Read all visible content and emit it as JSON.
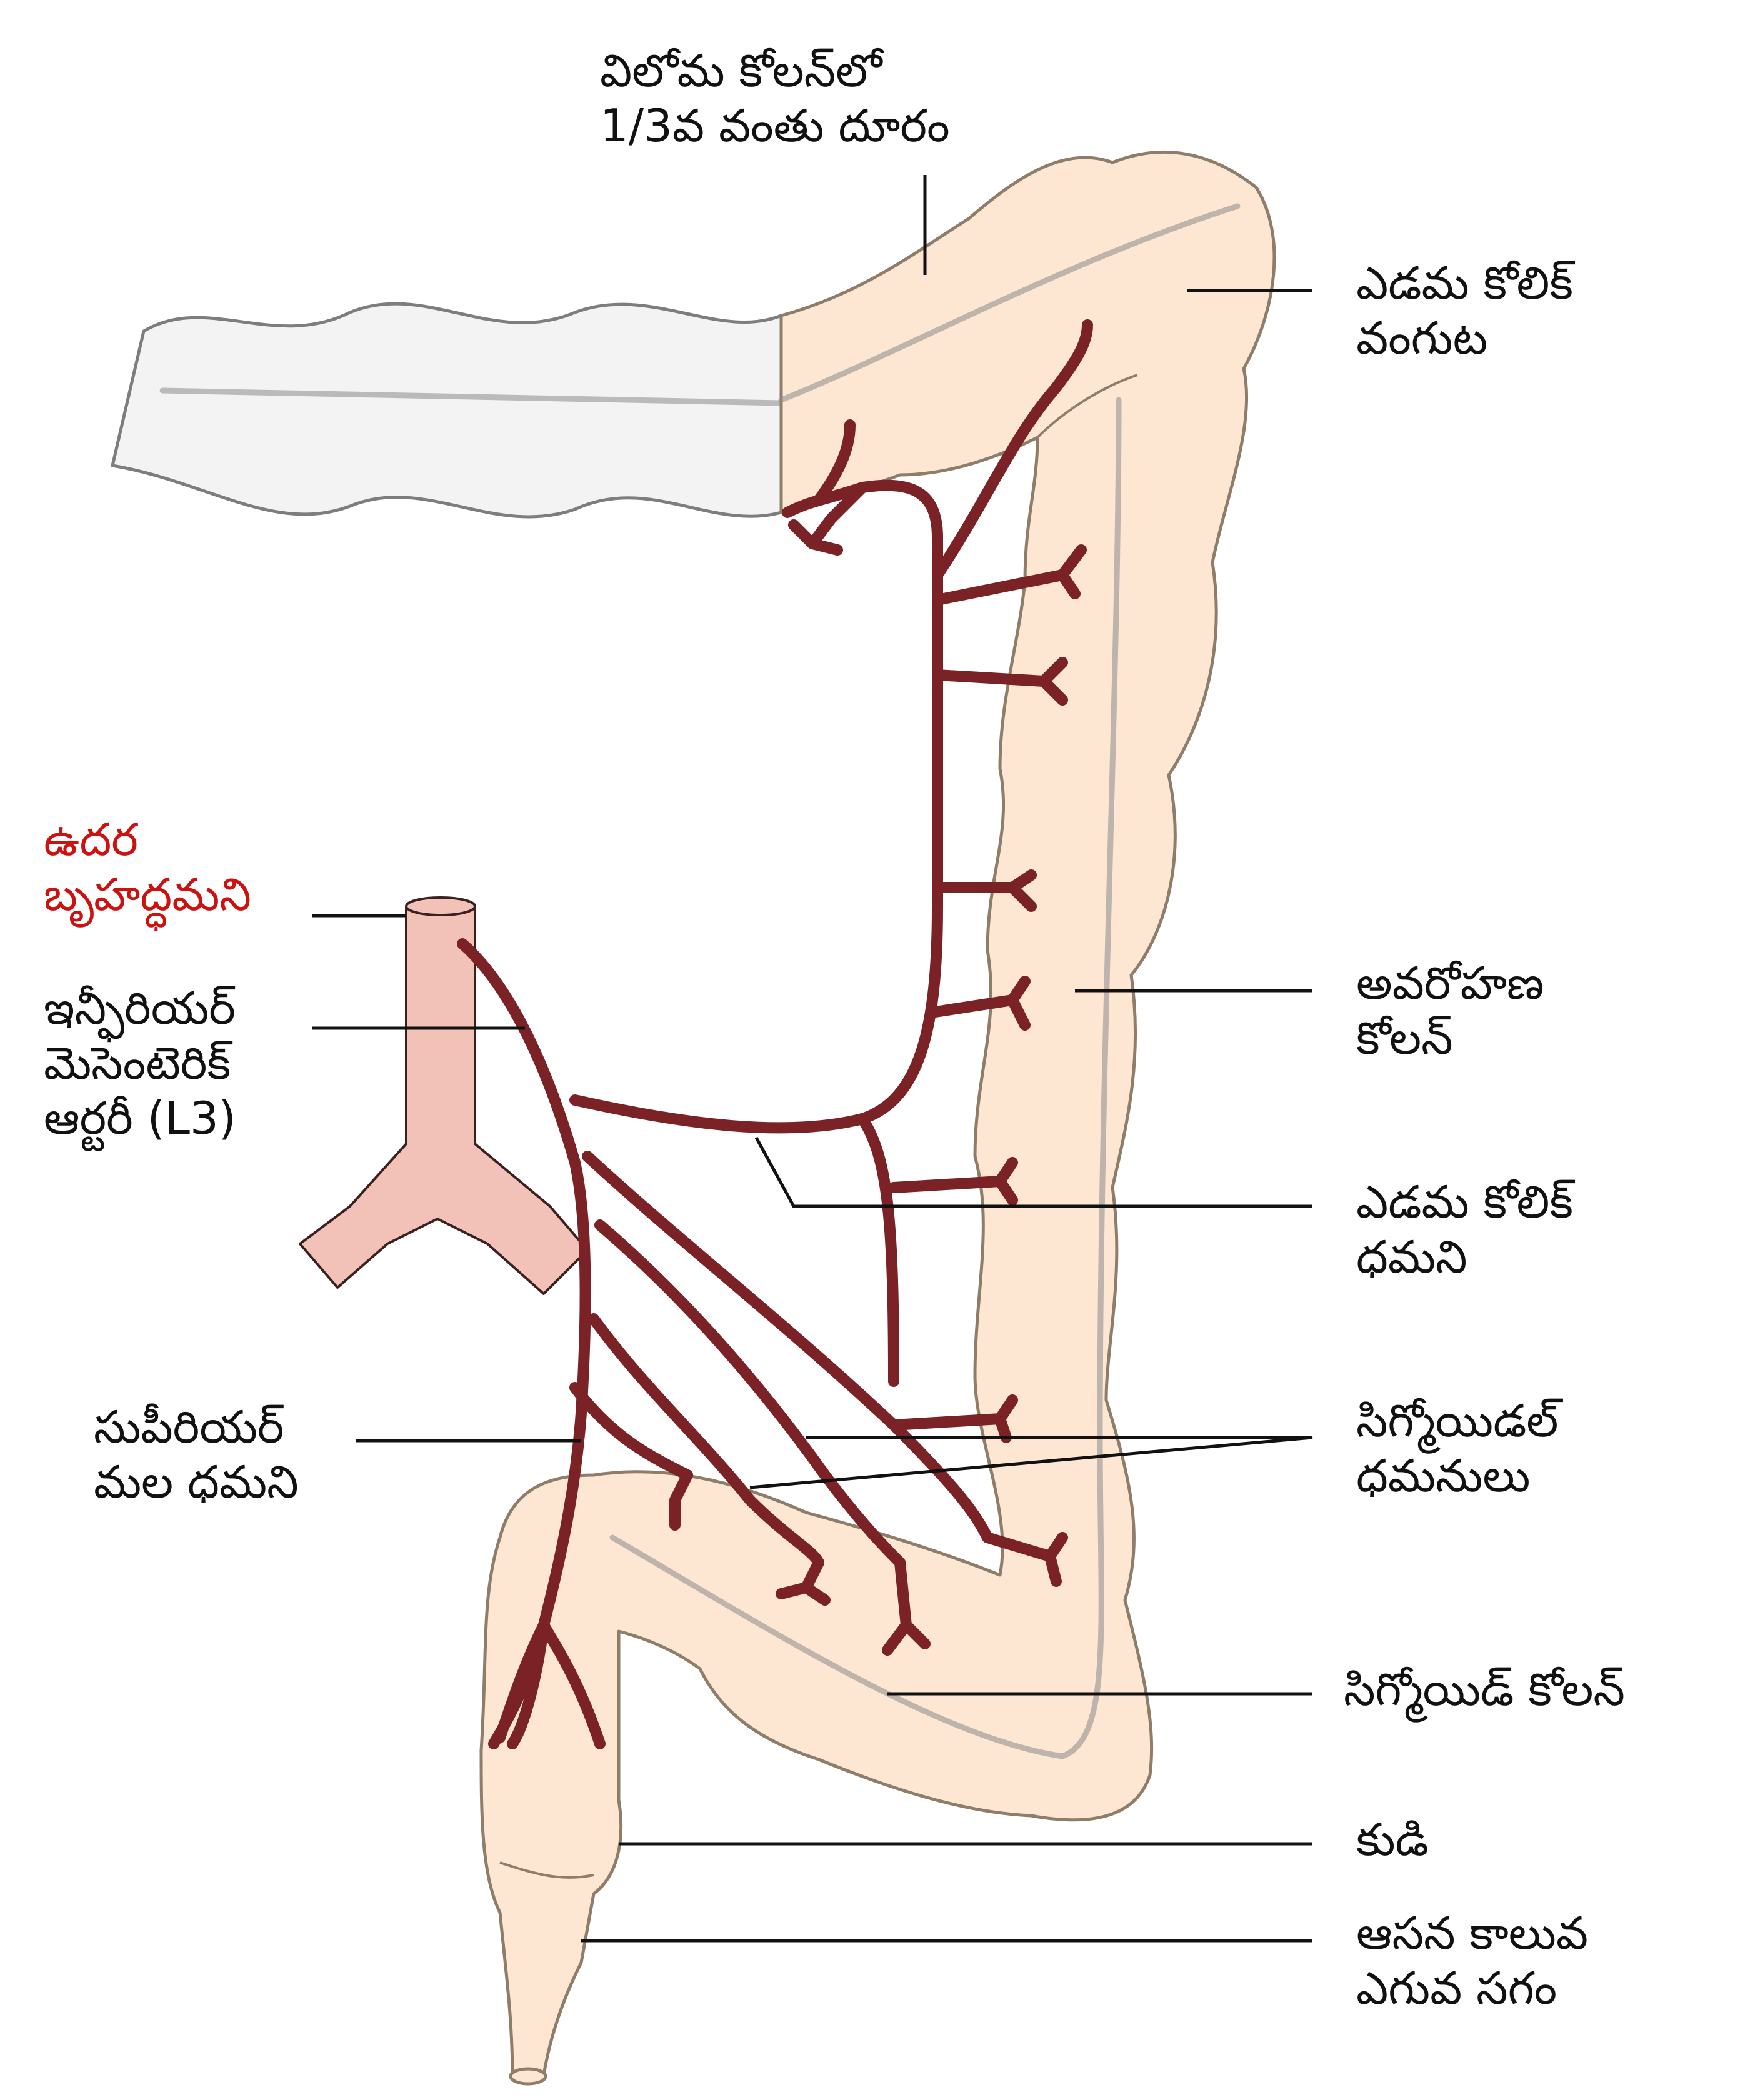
{
  "colors": {
    "colon_fill": "#fde7d3",
    "colon_outline": "#8f7d6c",
    "transverse_fill": "#f3f3f3",
    "artery": "#7a2226",
    "aorta_fill": "#f2c2b8",
    "leader": "#111111",
    "aorta_label": "#cc1111"
  },
  "labels": {
    "transverse_third": {
      "line1": "విలోమ కోలన్‌లో",
      "line2": "1/3వ వంతు దూరం"
    },
    "left_colic_flexure": {
      "line1": "ఎడమ కోలిక్",
      "line2": "వంగుట"
    },
    "aorta": {
      "line1": "ఉదర",
      "line2": "బృహద్ధమని"
    },
    "ima": {
      "line1": "ఇన్ఫీరియర్",
      "line2": "మెసెంటెరిక్",
      "line3": "ఆర్టరీ (L3)"
    },
    "descending_colon": {
      "line1": "అవరోహణ",
      "line2": "కోలన్"
    },
    "left_colic_artery": {
      "line1": "ఎడమ కోలిక్",
      "line2": "ధమని"
    },
    "superior_rectal": {
      "line1": "సుపీరియర్",
      "line2": "మల ధమని"
    },
    "sigmoid_arteries": {
      "line1": "సిగ్మోయిడల్",
      "line2": "ధమనులు"
    },
    "sigmoid_colon": {
      "line1": "సిగ్మోయిడ్ కోలన్"
    },
    "rectum": {
      "line1": "కుడి"
    },
    "anal_canal": {
      "line1": "ఆసన కాలువ",
      "line2": "ఎగువ సగం"
    }
  }
}
